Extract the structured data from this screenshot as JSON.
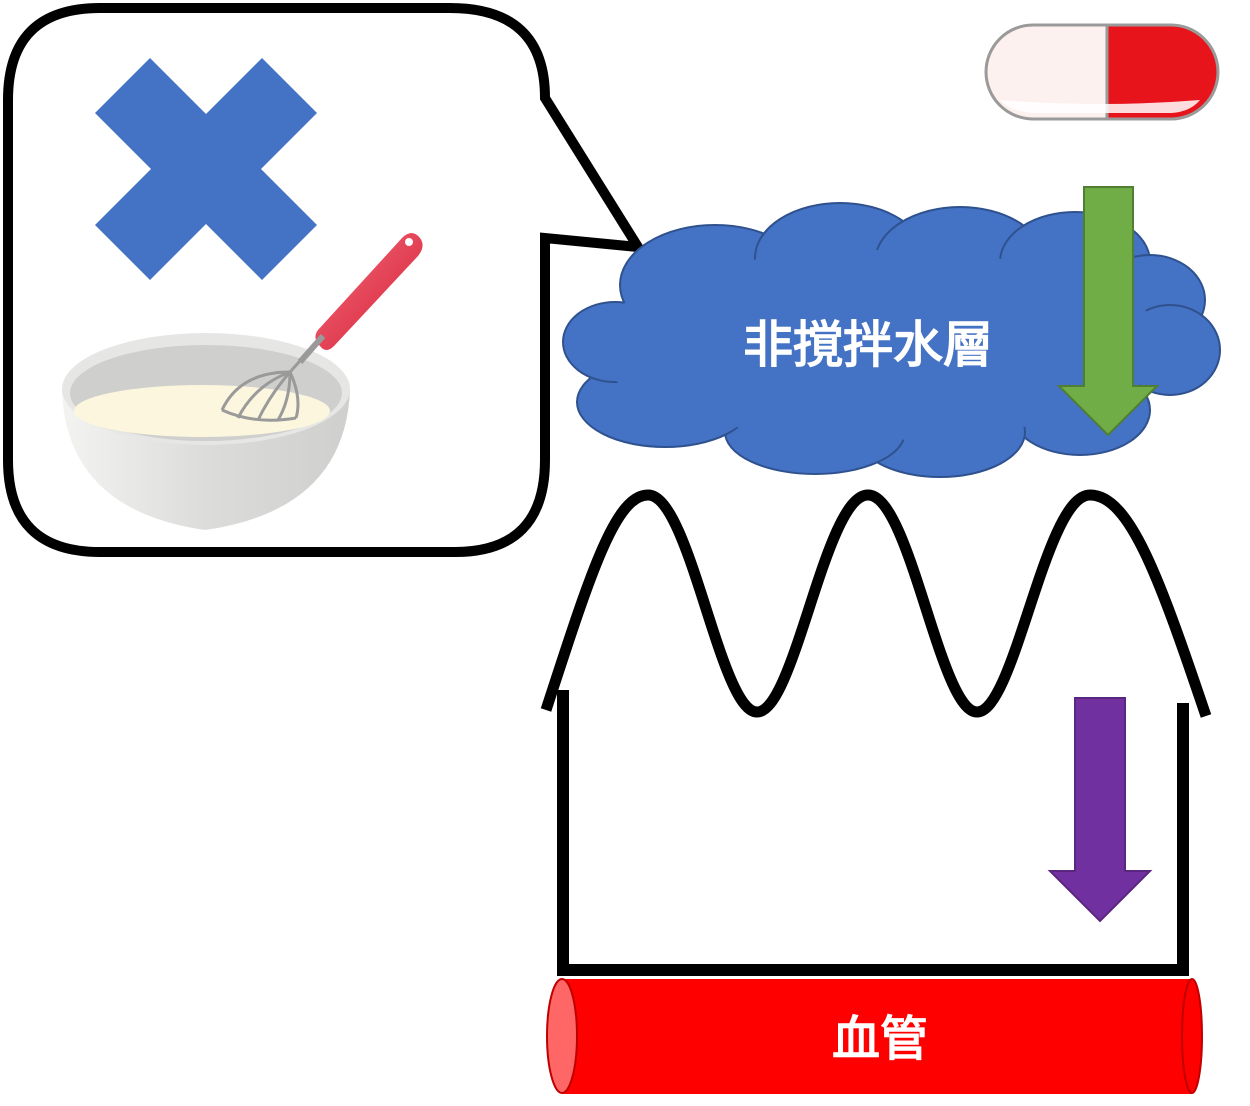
{
  "labels": {
    "unstirred_water_layer": "非撹拌水層",
    "blood_vessel": "血管"
  },
  "icons": {
    "speech_bubble": "speech-bubble",
    "cross": "cross-mark-icon",
    "bowl": "mixing-bowl-with-whisk-icon",
    "capsule": "capsule-icon",
    "down_arrow_green": "down-arrow-icon",
    "down_arrow_purple": "down-arrow-icon"
  },
  "colors": {
    "cross": "#4472C4",
    "cloud": "#4472C4",
    "green_arrow": "#70AD47",
    "purple_arrow": "#7030A0",
    "vessel": "#FF0000",
    "vessel_end": "#FF6666",
    "capsule_red": "#E8141C",
    "whisk_handle": "#E33A4E"
  }
}
